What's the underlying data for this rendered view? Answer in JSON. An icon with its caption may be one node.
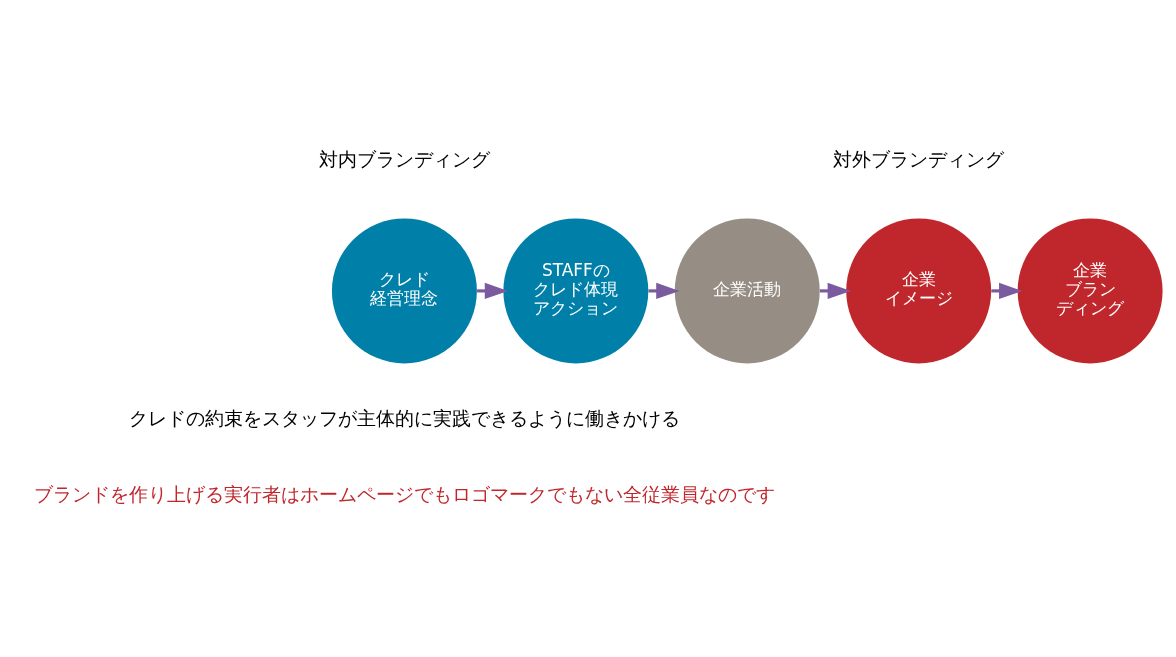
{
  "diagram": {
    "nodes": [
      {
        "text": [
          "クレド",
          "経営理念"
        ]
      },
      {
        "text": [
          "STAFFの",
          "クレド体現",
          "アクション"
        ]
      },
      {
        "text": [
          "企業活動"
        ]
      },
      {
        "text": [
          "企業",
          "イメージ"
        ]
      },
      {
        "text": [
          "企業",
          "ブラン",
          "ディング"
        ]
      }
    ],
    "edges": [
      {
        "from": 0,
        "to": 1,
        "arrow": "to"
      },
      {
        "from": 1,
        "to": 2,
        "arrow": "to"
      },
      {
        "from": 2,
        "to": 3,
        "arrow": "to"
      },
      {
        "from": 3,
        "to": 4,
        "arrow": "to"
      }
    ],
    "labels": [
      "対内ブランディング",
      "対外ブランディング",
      "クレドの約束をスタッフが主体的に実践できるように働きかける",
      "ブランドを作り上げる実行者はホームページでもロゴマークでもない全従業員なのです"
    ]
  }
}
